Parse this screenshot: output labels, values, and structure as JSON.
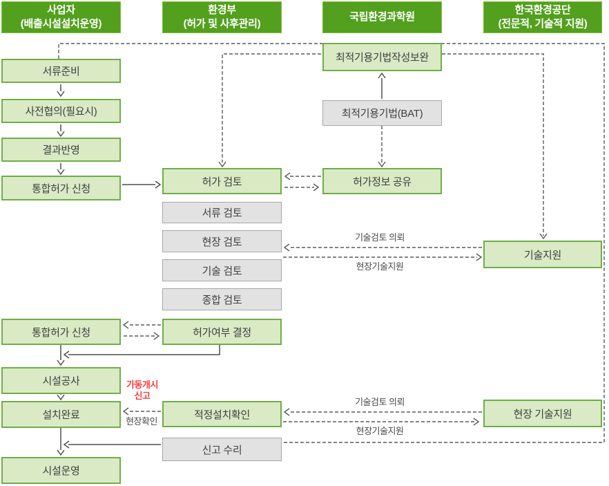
{
  "colors": {
    "header_bg": "#53a01e",
    "header_border": "#7bbf3a",
    "header_text": "#ffffff",
    "green_box_bg": "#d9eac5",
    "green_box_border": "#6fad45",
    "gray_box_bg": "#e2e2e2",
    "gray_box_border": "#a6a6a6",
    "line_color": "#595959",
    "alert_text": "#fb3b3b"
  },
  "headers": {
    "operator": {
      "line1": "사업자",
      "line2": "(배출시설설치운영)"
    },
    "ministry": {
      "line1": "환경부",
      "line2": "(허가 및 사후관리)"
    },
    "nier": {
      "line1": "국립환경과학원",
      "line2": ""
    },
    "keco": {
      "line1": "한국환경공단",
      "line2": "(전문적, 기술적 지원)"
    }
  },
  "boxes": {
    "doc_prep": "서류준비",
    "pre_consult": "사전협의(필요시)",
    "result_apply": "결과반영",
    "permit_apply_1": "통합허가 신청",
    "permit_apply_2": "통합허가 신청",
    "construction": "시설공사",
    "install_complete": "설치완료",
    "operation": "시설운영",
    "permit_review": "허가 검토",
    "doc_review": "서류 검토",
    "site_review": "현장 검토",
    "tech_review": "기술 검토",
    "comprehensive_review": "종합 검토",
    "permit_decision": "허가여부 결정",
    "install_check": "적정설치확인",
    "report_accept": "신고 수리",
    "bat_supplement": "최적기용기법작성보완",
    "bat": "최적기용기법(BAT)",
    "permit_info_share": "허가정보 공유",
    "tech_support": "기술지원",
    "site_tech_support": "현장 기술지원"
  },
  "edge_labels": {
    "tech_review_request_top": "기술검토 의뢰",
    "site_tech_support_top": "현장기술지원",
    "tech_review_request_bottom": "기술검토 의뢰",
    "site_tech_support_bottom": "현장기술지원",
    "operation_start_line1": "가동개시",
    "operation_start_line2": "신고",
    "site_check": "현장확인"
  }
}
